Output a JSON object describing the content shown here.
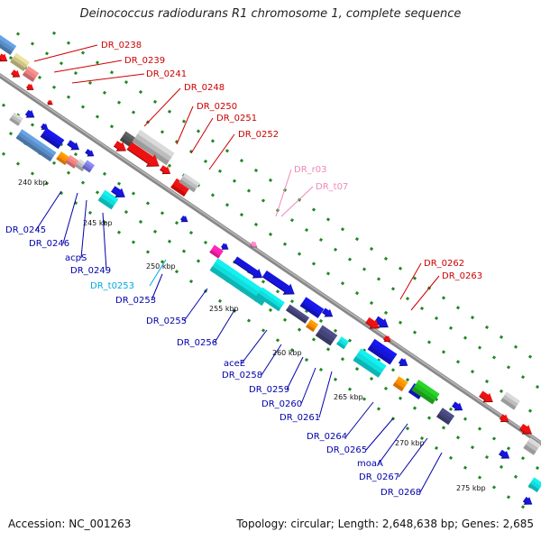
{
  "title": "Deinococcus radiodurans R1 chromosome 1, complete sequence",
  "accession": "Accession: NC_001263",
  "summary": "Topology: circular; Length: 2,648,638 bp; Genes: 2,685",
  "colors": {
    "red": "#ee1111",
    "blue": "#1515dd",
    "cyan": "#11dddd",
    "gray": "#bdbdbd",
    "darkgray": "#555555",
    "steel": "#5b8ec7",
    "salmon": "#f08080",
    "khaki": "#cfc58a",
    "orange": "#ff8c00",
    "green": "#22bb22",
    "purple": "#44447a",
    "magenta": "#ff22aa",
    "pink": "#ff88cc",
    "lightblue": "#7a7ae6",
    "label_red": "#cc0000",
    "label_blue": "#0000aa",
    "label_cyan": "#00aadd",
    "label_pink": "#ee88bb",
    "tick_green": "#228822",
    "backbone": "#888888"
  },
  "scale_labels": [
    "240 kbp",
    "245 kbp",
    "250 kbp",
    "255 kbp",
    "260 kbp",
    "265 kbp",
    "270 kbp",
    "275 kbp"
  ],
  "genes_top": [
    {
      "name": "DR_0238",
      "color": "label_red"
    },
    {
      "name": "DR_0239",
      "color": "label_red"
    },
    {
      "name": "DR_0241",
      "color": "label_red"
    },
    {
      "name": "DR_0248",
      "color": "label_red"
    },
    {
      "name": "DR_0250",
      "color": "label_red"
    },
    {
      "name": "DR_0251",
      "color": "label_red"
    },
    {
      "name": "DR_0252",
      "color": "label_red"
    },
    {
      "name": "DR_r03",
      "color": "label_pink"
    },
    {
      "name": "DR_t07",
      "color": "label_pink"
    },
    {
      "name": "DR_0262",
      "color": "label_red"
    },
    {
      "name": "DR_0263",
      "color": "label_red"
    }
  ],
  "genes_bottom": [
    {
      "name": "DR_0245",
      "color": "label_blue"
    },
    {
      "name": "DR_0246",
      "color": "label_blue"
    },
    {
      "name": "acpS",
      "color": "label_blue"
    },
    {
      "name": "DR_0249",
      "color": "label_blue"
    },
    {
      "name": "DR_t0253",
      "color": "label_cyan"
    },
    {
      "name": "DR_0253",
      "color": "label_blue"
    },
    {
      "name": "DR_0255",
      "color": "label_blue"
    },
    {
      "name": "DR_0256",
      "color": "label_blue"
    },
    {
      "name": "aceE",
      "color": "label_blue"
    },
    {
      "name": "DR_0258",
      "color": "label_blue"
    },
    {
      "name": "DR_0259",
      "color": "label_blue"
    },
    {
      "name": "DR_0260",
      "color": "label_blue"
    },
    {
      "name": "DR_0261",
      "color": "label_blue"
    },
    {
      "name": "DR_0264",
      "color": "label_blue"
    },
    {
      "name": "DR_0265",
      "color": "label_blue"
    },
    {
      "name": "moaA",
      "color": "label_blue"
    },
    {
      "name": "DR_0267",
      "color": "label_blue"
    },
    {
      "name": "DR_0268",
      "color": "label_blue"
    }
  ]
}
